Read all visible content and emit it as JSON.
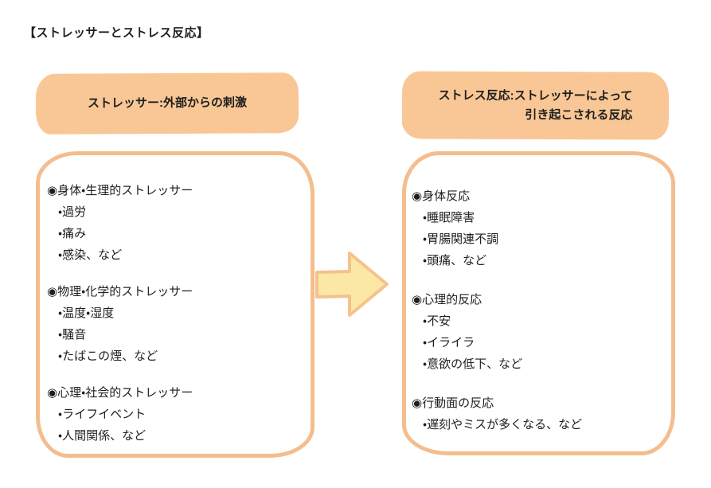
{
  "page": {
    "title": "【ストレッサーとストレス反応】"
  },
  "colors": {
    "header_fill": "#F9C795",
    "box_border": "#F5BD8E",
    "arrow_fill": "#FCE8A6",
    "arrow_border": "#F5C28C",
    "text": "#1F1F1F"
  },
  "bullets": {
    "section_marker": "◉",
    "item_marker": "・"
  },
  "left": {
    "header": "ストレッサー:外部からの刺激",
    "sections": [
      {
        "heading": "身体・生理的ストレッサー",
        "items": [
          "過労",
          "痛み",
          "感染、など"
        ]
      },
      {
        "heading": "物理・化学的ストレッサー",
        "items": [
          "温度・湿度",
          "騒音",
          "たばこの煙、など"
        ]
      },
      {
        "heading": "心理・社会的ストレッサー",
        "items": [
          "ライフイベント",
          "人間関係、など"
        ]
      }
    ]
  },
  "right": {
    "header_line1": "ストレス反応:ストレッサーによって",
    "header_line2": "引き起こされる反応",
    "sections": [
      {
        "heading": "身体反応",
        "items": [
          "睡眠障害",
          "胃腸関連不調",
          "頭痛、など"
        ]
      },
      {
        "heading": "心理的反応",
        "items": [
          "不安",
          "イライラ",
          "意欲の低下、など"
        ]
      },
      {
        "heading": "行動面の反応",
        "items": [
          "遅刻やミスが多くなる、など"
        ]
      }
    ]
  },
  "arrow": {
    "icon": "right-block-arrow"
  }
}
